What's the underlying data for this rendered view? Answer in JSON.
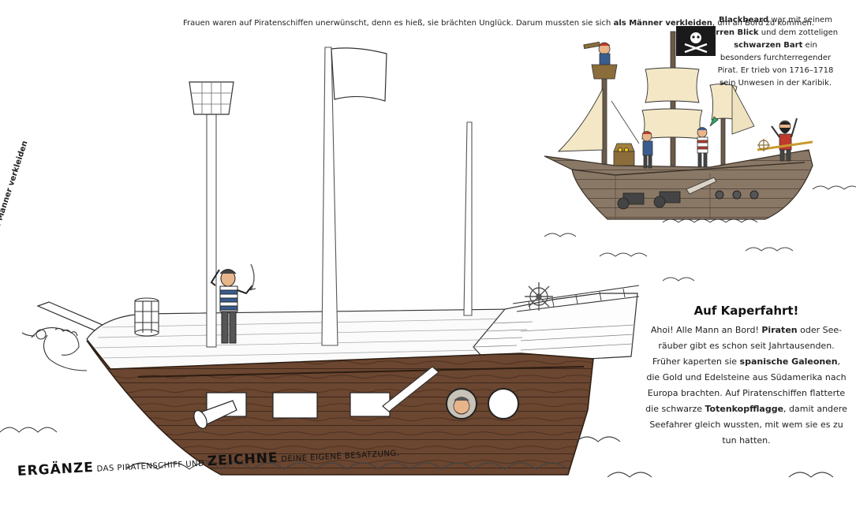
{
  "top_text": {
    "part1": "Frauen waren auf Piratenschiffen unerwünscht, denn es hieß, sie brächten Unglück. Darum mussten sie sich ",
    "bold": "als Männer verkleiden",
    "part2": ", um an Bord zu kommen."
  },
  "blackbeard": {
    "name": "Blackbeard",
    "t1": " war mit seinem ",
    "b1": "irren Blick",
    "t2": " und dem zotteligen ",
    "b2": "schwarzen Bart",
    "t3": " ein besonders furchterregender Pirat. Er trieb von 1716–1718 sein Unwesen in der Karibik."
  },
  "kaper": {
    "title": "Auf Kaperfahrt!",
    "t1": "Ahoi! Alle Mann an Bord! ",
    "b1": "Piraten",
    "t2": " oder See-räuber gibt es schon seit Jahrtausenden. Früher kaperten sie ",
    "b2": "spanische Galeonen",
    "t3": ", die Gold und Edelsteine aus Südamerika nach Europa brachten. Auf Piratenschiffen flatterte die schwarze ",
    "b3": "Totenkopfflagge",
    "t4": ", damit andere Seefahrer gleich wussten, mit wem sie es zu tun hatten."
  },
  "instruction": {
    "w1": "ERGÄNZE",
    "w2": " DAS PIRATENSCHIFF UND ",
    "w3": "ZEICHNE",
    "w4": " DEINE EIGENE BESATZUNG."
  },
  "colors": {
    "hull_wood": "#6b4630",
    "hull_dark": "#3f2a1d",
    "sail": "#f3e7c6",
    "flag": "#1a1a1a",
    "stripe": "#3a5d8f"
  }
}
